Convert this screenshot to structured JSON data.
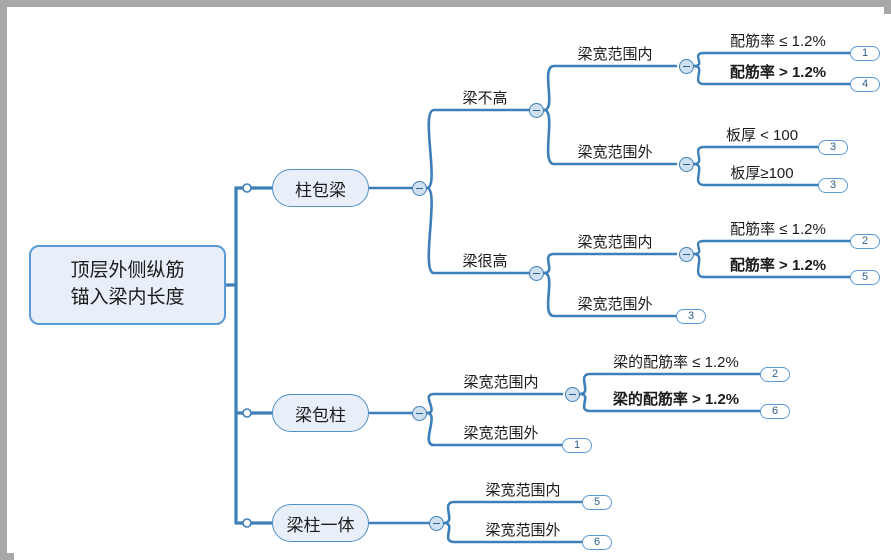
{
  "diagram": {
    "type": "mindmap",
    "title": "顶层外侧纵筋锚入梁内长度",
    "root": {
      "label_line1": "顶层外侧纵筋",
      "label_line2": "锚入梁内长度"
    },
    "branches": [
      {
        "label": "柱包梁",
        "children": [
          {
            "label": "梁不高",
            "children": [
              {
                "label": "梁宽范围内",
                "children": [
                  {
                    "label": "配筋率 ≤ 1.2%",
                    "badge": "1"
                  },
                  {
                    "label": "配筋率 > 1.2%",
                    "badge": "4"
                  }
                ]
              },
              {
                "label": "梁宽范围外",
                "children": [
                  {
                    "label": "板厚 < 100",
                    "badge": "3"
                  },
                  {
                    "label": "板厚≥100",
                    "badge": "3"
                  }
                ]
              }
            ]
          },
          {
            "label": "梁很高",
            "children": [
              {
                "label": "梁宽范围内",
                "children": [
                  {
                    "label": "配筋率 ≤ 1.2%",
                    "badge": "2"
                  },
                  {
                    "label": "配筋率 > 1.2%",
                    "badge": "5"
                  }
                ]
              },
              {
                "label": "梁宽范围外",
                "badge": "3"
              }
            ]
          }
        ]
      },
      {
        "label": "梁包柱",
        "children": [
          {
            "label": "梁宽范围内",
            "children": [
              {
                "label": "梁的配筋率 ≤ 1.2%",
                "badge": "2"
              },
              {
                "label": "梁的配筋率 > 1.2%",
                "badge": "6"
              }
            ]
          },
          {
            "label": "梁宽范围外",
            "badge": "1"
          }
        ]
      },
      {
        "label": "梁柱一体",
        "children": [
          {
            "label": "梁宽范围内",
            "badge": "5"
          },
          {
            "label": "梁宽范围外",
            "badge": "6"
          }
        ]
      }
    ],
    "toggles": {
      "symbol": "−",
      "state": "expanded"
    },
    "colors": {
      "line": "#3d7fb8",
      "node_fill": "#e8eff8",
      "node_border": "#5b9bd5",
      "frame": "#a8a8a8",
      "text": "#1b1b1b"
    }
  }
}
